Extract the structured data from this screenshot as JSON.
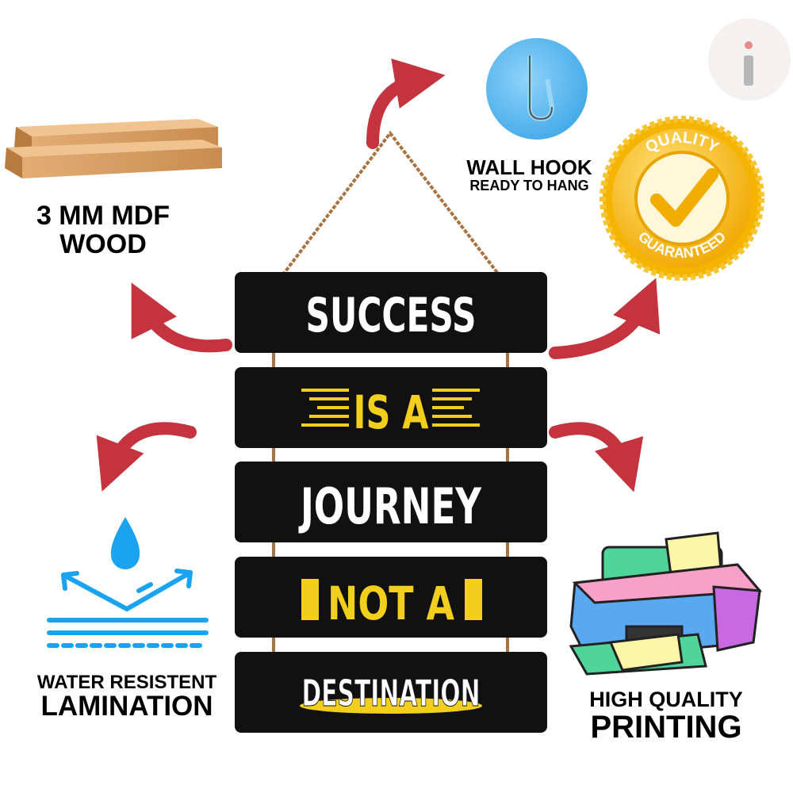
{
  "features": {
    "wood": {
      "line1": "3 MM MDF",
      "line2": "WOOD"
    },
    "hook": {
      "line1": "WALL HOOK",
      "line2": "READY TO HANG"
    },
    "quality_badge": {
      "top": "QUALITY",
      "bottom": "GUARANTEED"
    },
    "water": {
      "line1": "WATER RESISTENT",
      "line2": "LAMINATION"
    },
    "printing": {
      "line1": "HIGH QUALITY",
      "line2": "PRINTING"
    }
  },
  "sign": {
    "boards": [
      "SUCCESS",
      "IS A",
      "JOURNEY",
      "NOT A",
      "DESTINATION"
    ]
  },
  "logo": {
    "letter": "i"
  },
  "colors": {
    "arrow": "#c4343e",
    "board": "#111111",
    "yellow": "#f2cf1d",
    "gold": "#f5b400",
    "hook": "#5cb8ee",
    "water": "#1aa3f0"
  }
}
